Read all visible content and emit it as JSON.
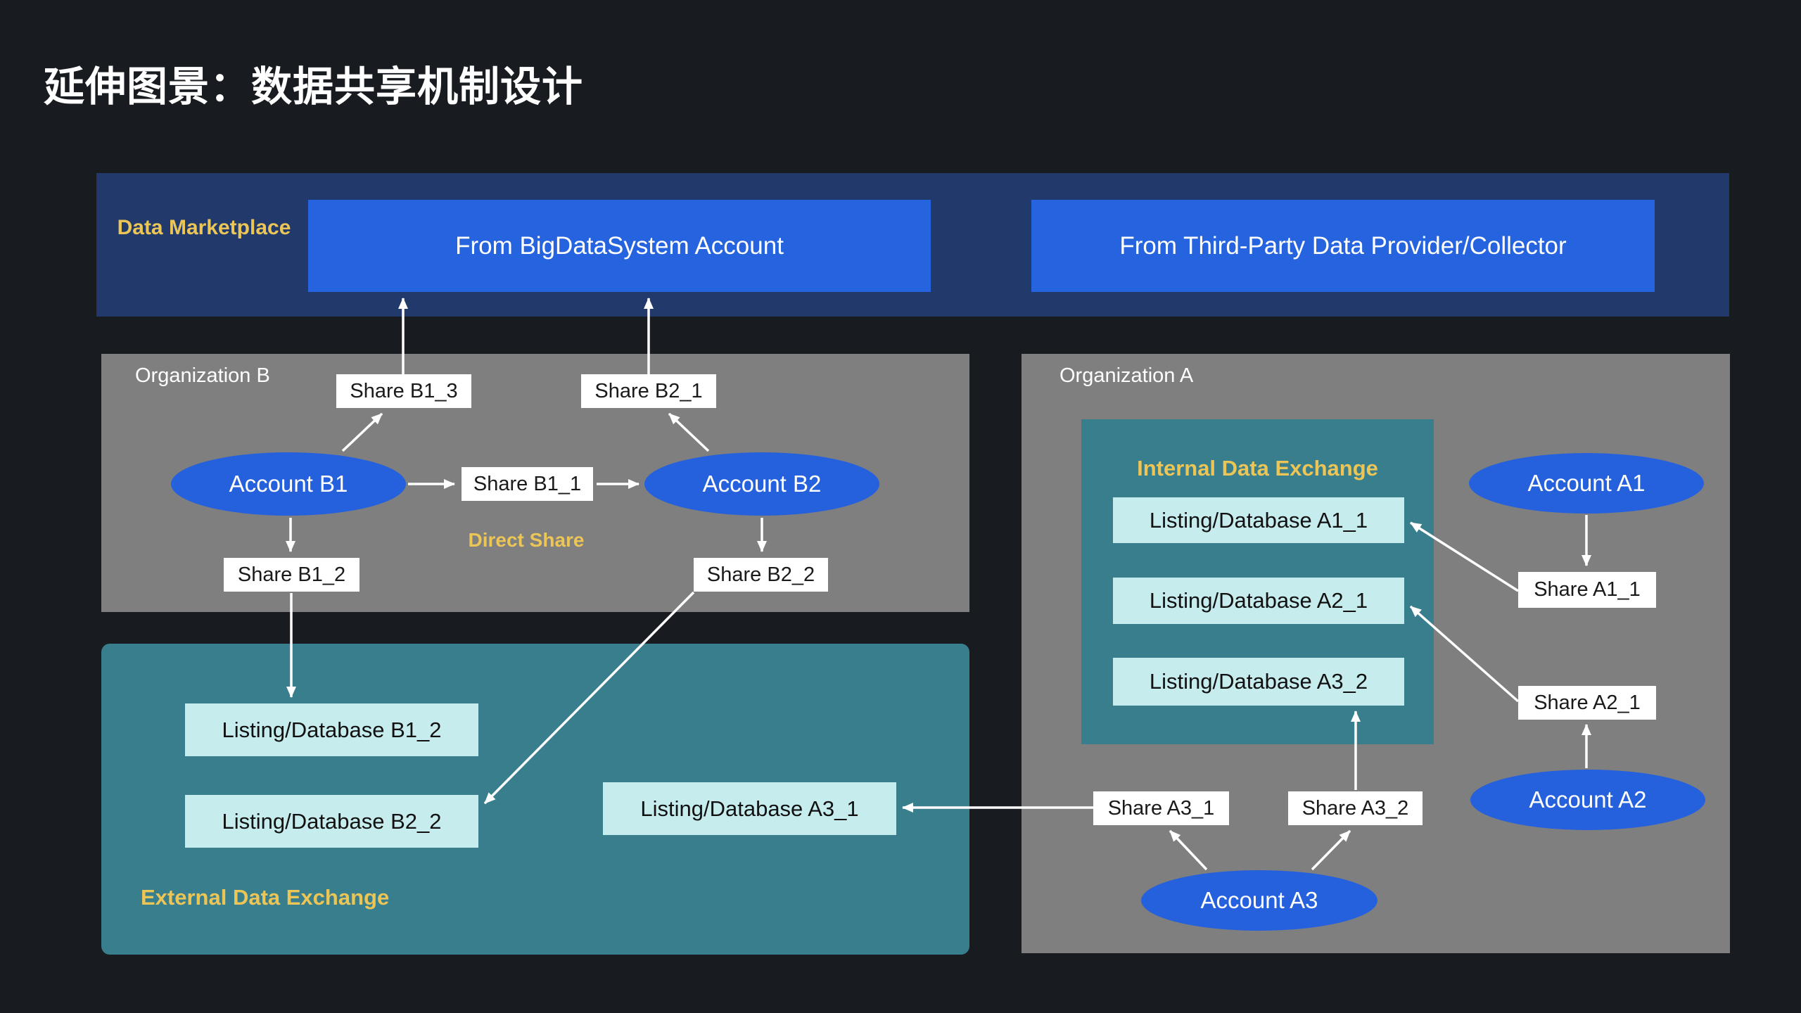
{
  "slide": {
    "title": "延伸图景：数据共享机制设计"
  },
  "marketplace": {
    "label": "Data Marketplace",
    "from_bigdatasystem": "From BigDataSystem Account",
    "from_third_party": "From Third-Party Data Provider/Collector"
  },
  "org_b": {
    "label": "Organization B",
    "direct_share_label": "Direct Share",
    "account_b1": "Account B1",
    "account_b2": "Account B2",
    "share_b1_1": "Share B1_1",
    "share_b1_2": "Share B1_2",
    "share_b1_3": "Share B1_3",
    "share_b2_1": "Share B2_1",
    "share_b2_2": "Share B2_2"
  },
  "external_exchange": {
    "label": "External Data Exchange",
    "listing_b1_2": "Listing/Database B1_2",
    "listing_b2_2": "Listing/Database B2_2",
    "listing_a3_1": "Listing/Database A3_1"
  },
  "org_a": {
    "label": "Organization A",
    "internal_exchange_label": "Internal Data Exchange",
    "listing_a1_1": "Listing/Database A1_1",
    "listing_a2_1": "Listing/Database A2_1",
    "listing_a3_2": "Listing/Database A3_2",
    "account_a1": "Account A1",
    "account_a2": "Account A2",
    "account_a3": "Account A3",
    "share_a1_1": "Share A1_1",
    "share_a2_1": "Share A2_1",
    "share_a3_1": "Share A3_1",
    "share_a3_2": "Share A3_2"
  },
  "colors": {
    "background": "#181c21",
    "banner": "#213a6b",
    "bright_blue": "#2563df",
    "account_blue": "#2560dd",
    "org_gray": "#7f7f7f",
    "exchange_teal": "#387e8d",
    "listing_cyan": "#c6ecee",
    "accent_yellow": "#ecc557",
    "arrow_white": "#ffffff"
  }
}
